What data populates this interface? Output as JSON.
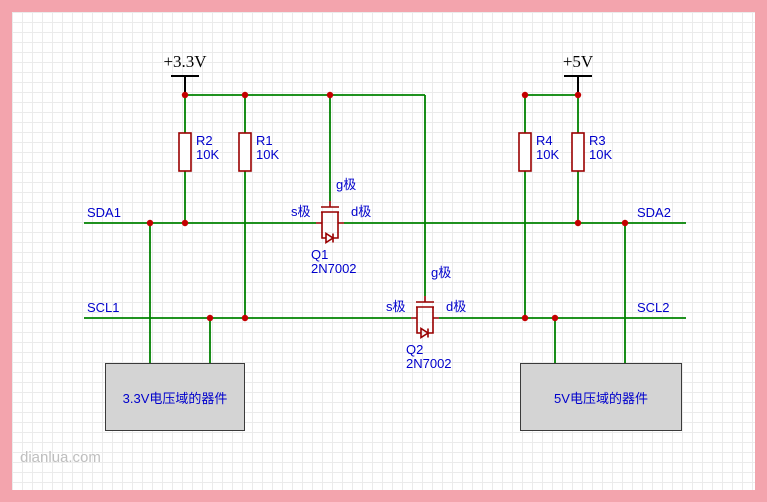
{
  "power": {
    "left_rail": "+3.3V",
    "right_rail": "+5V"
  },
  "resistors": [
    {
      "ref": "R2",
      "value": "10K"
    },
    {
      "ref": "R1",
      "value": "10K"
    },
    {
      "ref": "R4",
      "value": "10K"
    },
    {
      "ref": "R3",
      "value": "10K"
    }
  ],
  "transistors": [
    {
      "ref": "Q1",
      "part": "2N7002",
      "gate": "g极",
      "source": "s极",
      "drain": "d极"
    },
    {
      "ref": "Q2",
      "part": "2N7002",
      "gate": "g极",
      "source": "s极",
      "drain": "d极"
    }
  ],
  "nets": {
    "sda1": "SDA1",
    "scl1": "SCL1",
    "sda2": "SDA2",
    "scl2": "SCL2"
  },
  "devices": {
    "left": "3.3V电压域的器件",
    "right": "5V电压域的器件"
  },
  "watermark": "dianlua.com",
  "colors": {
    "wire": "#008200",
    "symbol": "#990000",
    "junction": "#c40000",
    "label": "#0000cc",
    "frame": "#f3a4ad",
    "device_fill": "#d4d4d4",
    "power": "#000000",
    "watermark": "#bfbfbf",
    "grid": "#ebebeb"
  }
}
